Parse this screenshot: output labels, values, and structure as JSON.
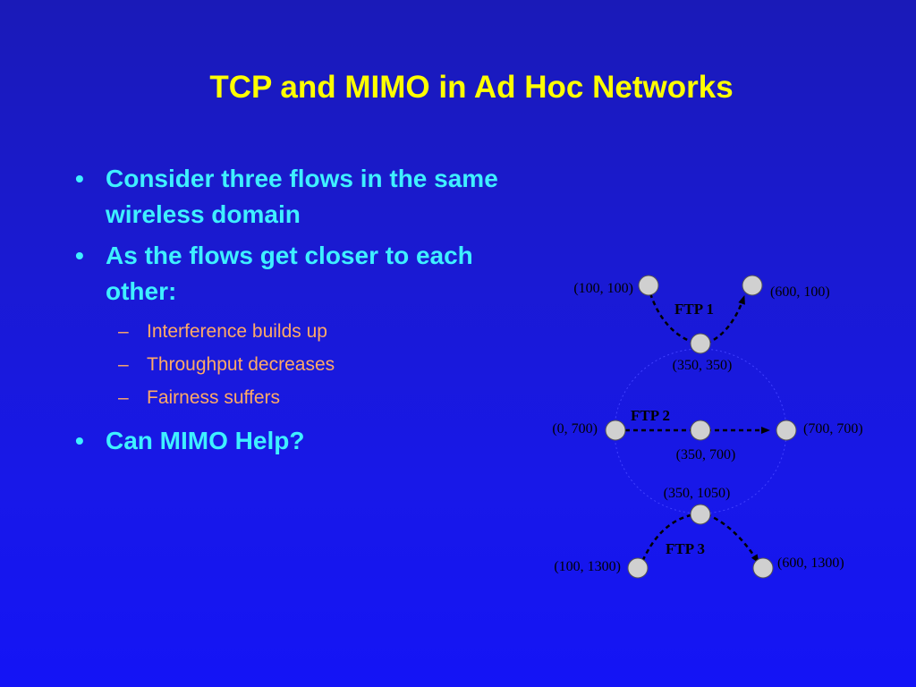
{
  "slide": {
    "title": "TCP and MIMO in Ad Hoc Networks",
    "bullets": [
      {
        "text": "Consider three flows in the same wireless domain",
        "line1": "Consider three flows in the same",
        "line2": "wireless domain"
      },
      {
        "text": "As the flows get closer to each other:",
        "line1": "As the flows get closer to each",
        "line2": "other:"
      },
      {
        "text": "Can MIMO Help?"
      }
    ],
    "sub_bullets": [
      "Interference builds up",
      "Throughput decreases",
      "Fairness suffers"
    ],
    "bullet_mark": "•",
    "sub_mark": "–",
    "colors": {
      "title": "#ffff00",
      "bullet": "#3ff0ff",
      "sub_bullet": "#ffaa66",
      "node": "#d0d0d0"
    }
  },
  "diagram": {
    "nodes": [
      {
        "id": "n1",
        "label": "(100, 100)"
      },
      {
        "id": "n2",
        "label": "(600, 100)"
      },
      {
        "id": "n3",
        "label": "(350, 350)"
      },
      {
        "id": "n4",
        "label": "(0, 700)"
      },
      {
        "id": "n5",
        "label": "(350, 700)"
      },
      {
        "id": "n6",
        "label": "(700, 700)"
      },
      {
        "id": "n7",
        "label": "(350, 1050)"
      },
      {
        "id": "n8",
        "label": "(100, 1300)"
      },
      {
        "id": "n9",
        "label": "(600, 1300)"
      }
    ],
    "flows": [
      {
        "id": "ftp1",
        "label": "FTP 1",
        "path": [
          "(100, 100)",
          "(350, 350)",
          "(600, 100)"
        ]
      },
      {
        "id": "ftp2",
        "label": "FTP 2",
        "path": [
          "(0, 700)",
          "(350, 700)",
          "(700, 700)"
        ]
      },
      {
        "id": "ftp3",
        "label": "FTP 3",
        "path": [
          "(100, 1300)",
          "(350, 1050)",
          "(600, 1300)"
        ]
      }
    ]
  }
}
